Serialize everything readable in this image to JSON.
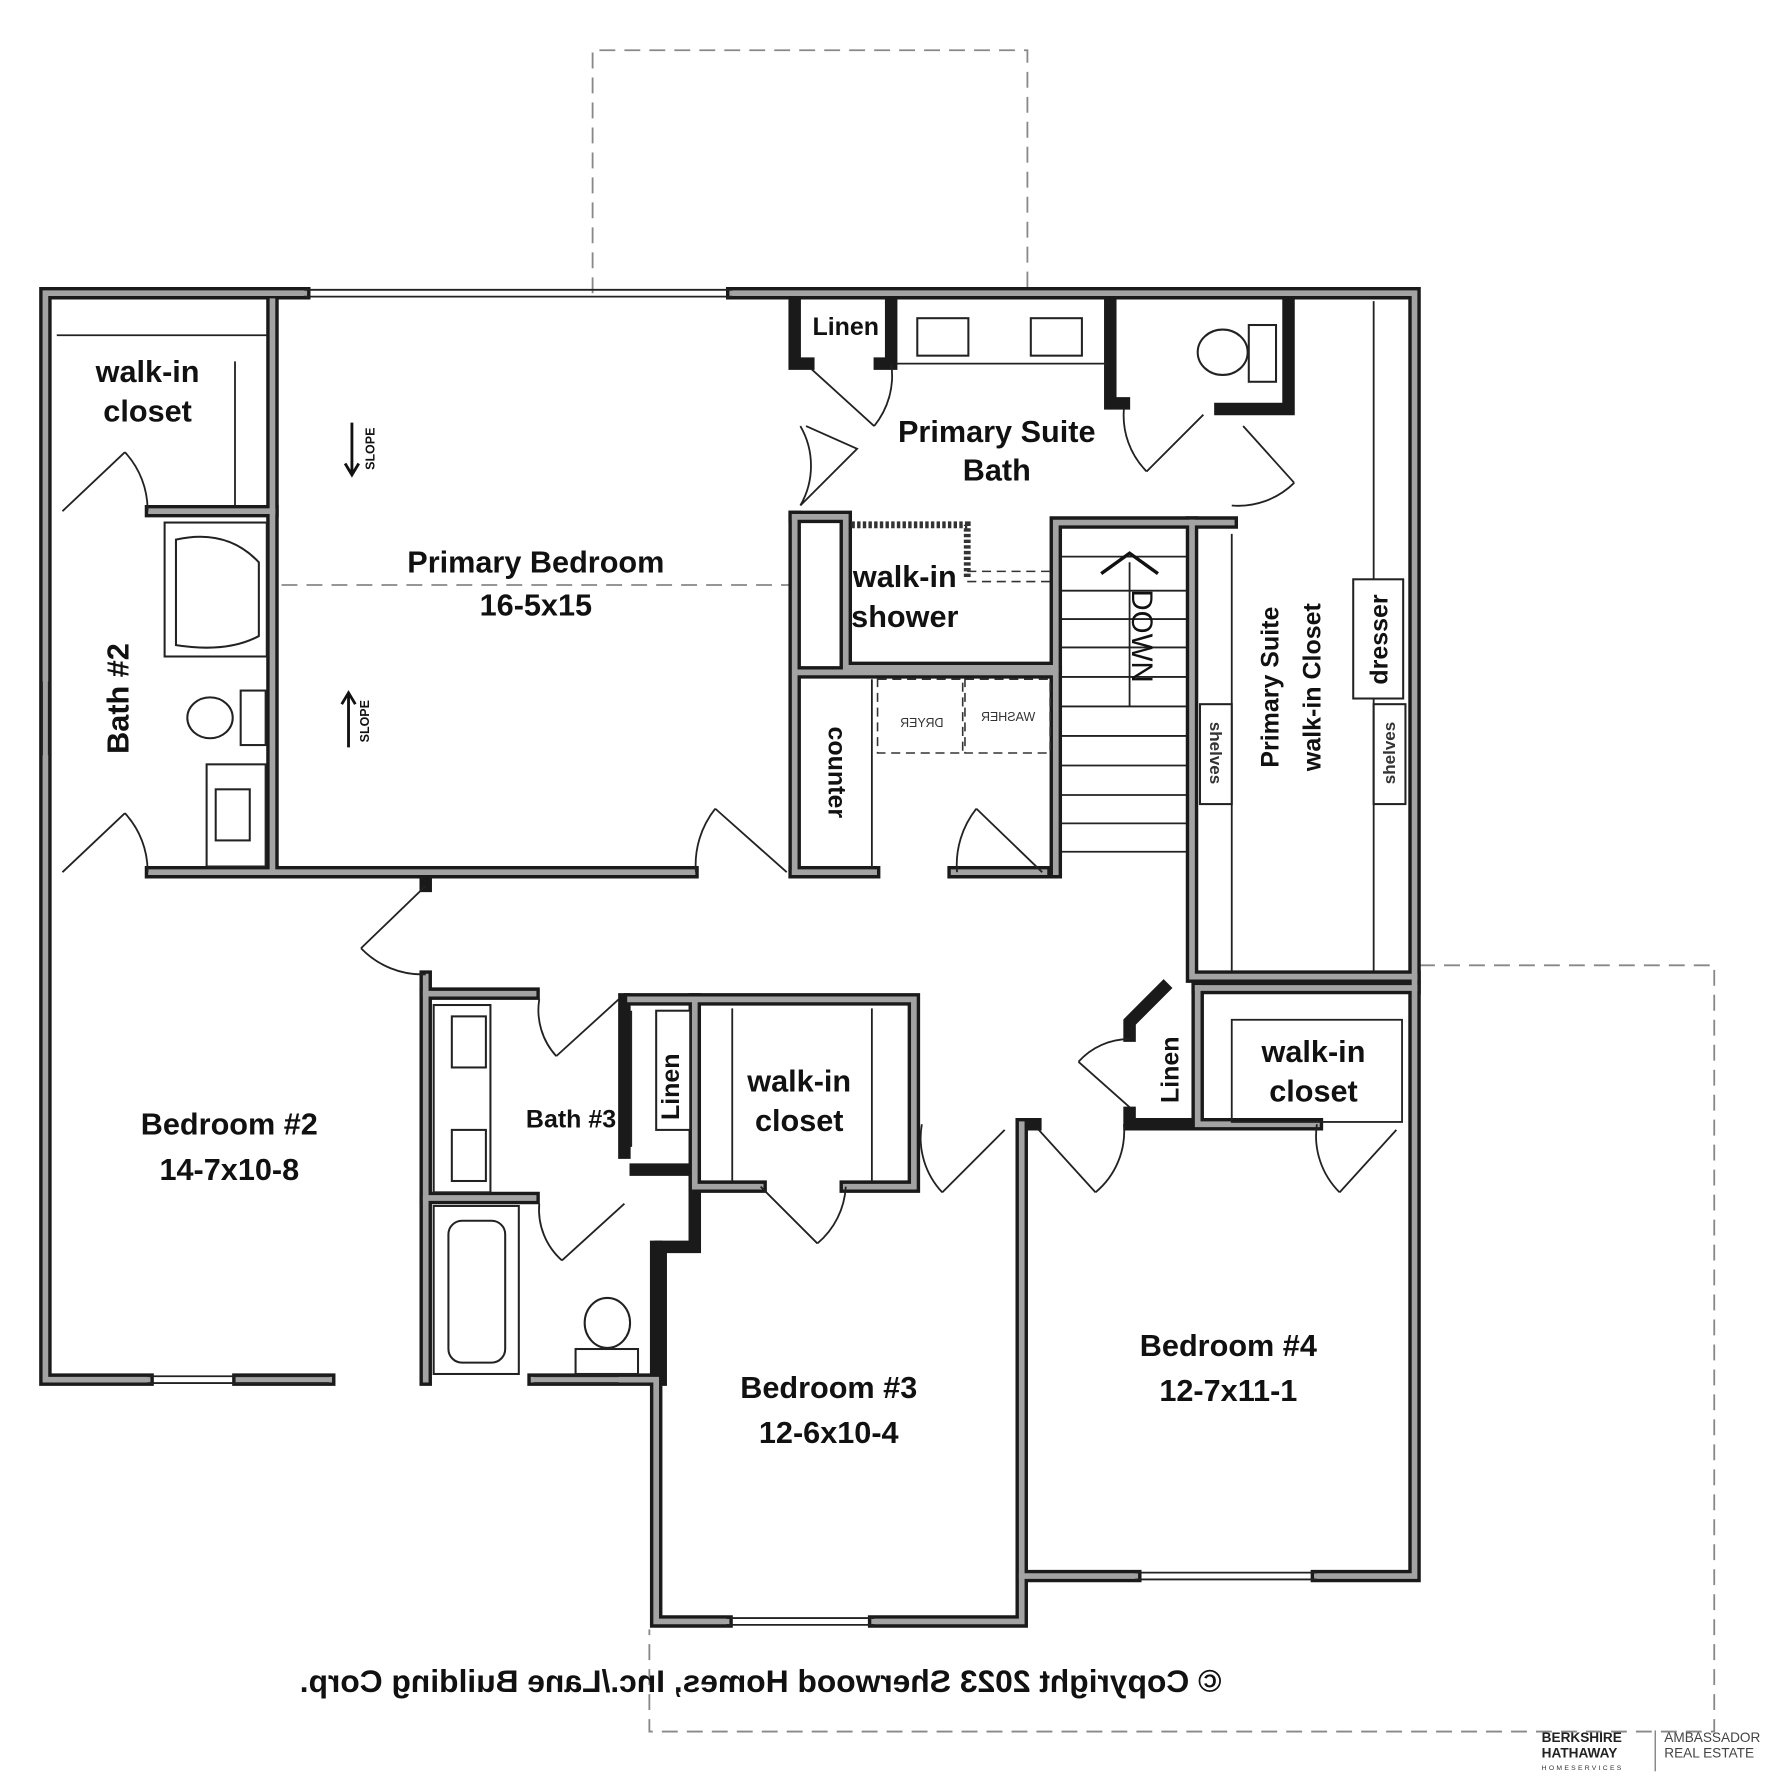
{
  "rooms": {
    "primary_walkin_left": {
      "line1": "walk-in",
      "line2": "closet"
    },
    "primary_bedroom": {
      "name": "Primary Bedroom",
      "size": "16-5x15"
    },
    "bath2": {
      "name": "Bath #2"
    },
    "linen_suite": {
      "name": "Linen"
    },
    "primary_suite_bath": {
      "line1": "Primary Suite",
      "line2": "Bath"
    },
    "walkin_shower": {
      "line1": "walk-in",
      "line2": "shower"
    },
    "counter": {
      "name": "counter"
    },
    "dryer": {
      "name": "DRYER"
    },
    "washer": {
      "name": "WASHER"
    },
    "stairs": {
      "name": "DOWN"
    },
    "shelves_left": {
      "name": "shelves"
    },
    "primary_closet": {
      "line1": "Primary Suite",
      "line2": "walk-in Closet"
    },
    "dresser": {
      "name": "dresser"
    },
    "shelves_right": {
      "name": "shelves"
    },
    "bedroom2": {
      "name": "Bedroom #2",
      "size": "14-7x10-8"
    },
    "bath3": {
      "name": "Bath #3"
    },
    "linen_bath3": {
      "name": "Linen"
    },
    "bedroom3_closet": {
      "line1": "walk-in",
      "line2": "closet"
    },
    "linen_hall": {
      "name": "Linen"
    },
    "bedroom4_closet": {
      "line1": "walk-in",
      "line2": "closet"
    },
    "bedroom3": {
      "name": "Bedroom #3",
      "size": "12-6x10-4"
    },
    "bedroom4": {
      "name": "Bedroom #4",
      "size": "12-7x11-1"
    }
  },
  "annotations": {
    "slope_top": "SLOPE",
    "slope_bottom": "SLOPE"
  },
  "copyright": "© Copyright 2023 Sherwood Homes, Inc./Lane Building Corp.",
  "logo": {
    "line1": "BERKSHIRE",
    "line2": "HATHAWAY",
    "line3": "HOMESERVICES",
    "right1": "AMBASSADOR",
    "right2": "REAL ESTATE"
  }
}
